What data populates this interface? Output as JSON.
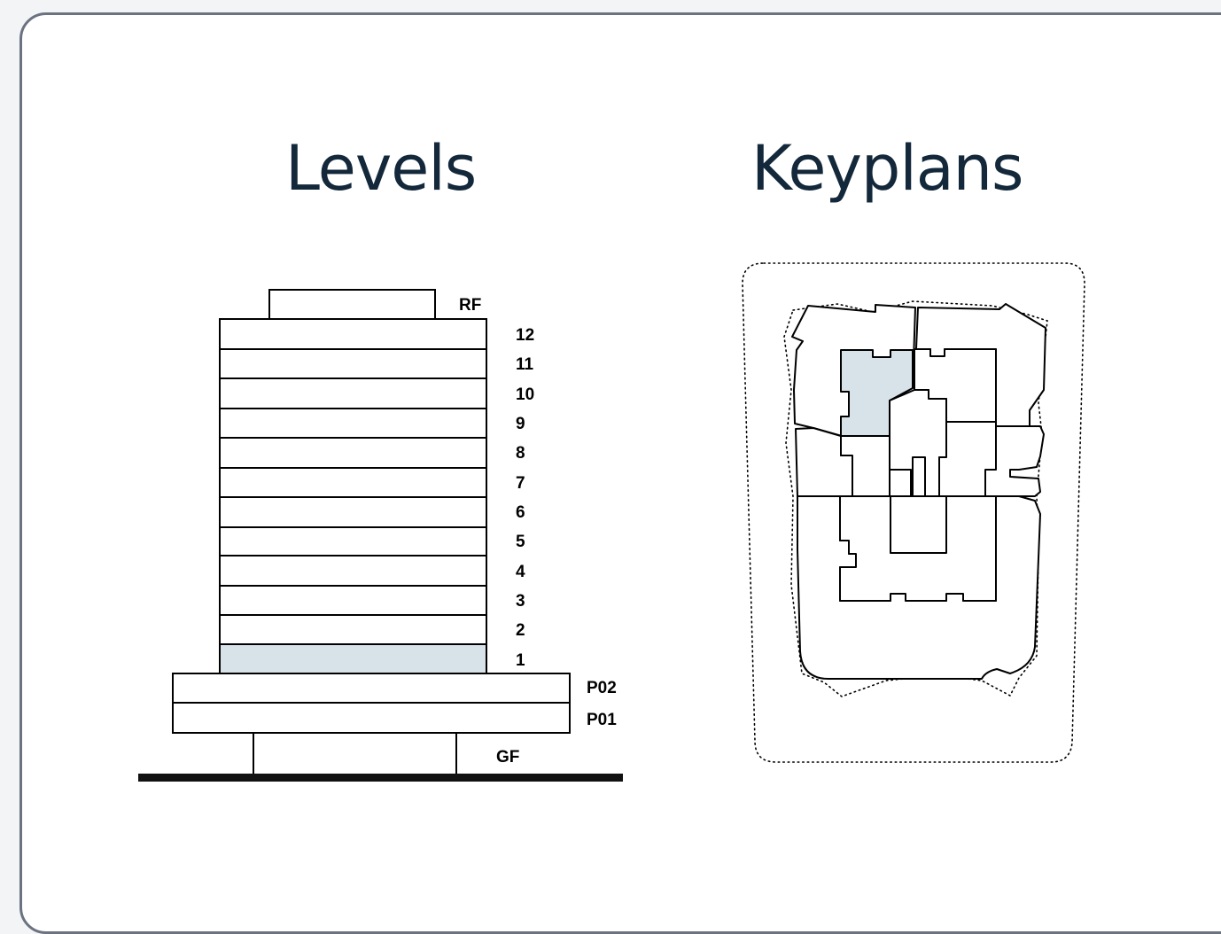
{
  "titles": {
    "levels": "Levels",
    "keyplans": "Keyplans"
  },
  "levels": {
    "selected": "1",
    "labels": {
      "rf": "RF",
      "l12": "12",
      "l11": "11",
      "l10": "10",
      "l9": "9",
      "l8": "8",
      "l7": "7",
      "l6": "6",
      "l5": "5",
      "l4": "4",
      "l3": "3",
      "l2": "2",
      "l1": "1",
      "p02": "P02",
      "p01": "P01",
      "gf": "GF"
    }
  },
  "keyplan": {
    "selected_unit": "unit-upper-left"
  },
  "colors": {
    "highlight": "#d8e2e9",
    "heading": "#13283a",
    "card_border": "#6b7280"
  }
}
